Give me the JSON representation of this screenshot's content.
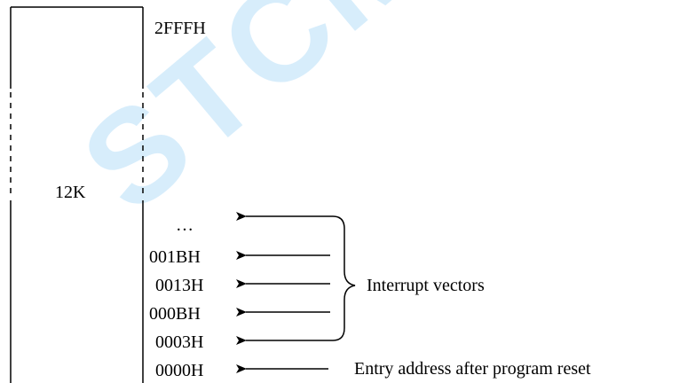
{
  "diagram": {
    "memory_size_label": "12K",
    "top_address": "2FFFH",
    "addresses": [
      {
        "label": "…"
      },
      {
        "label": "001BH"
      },
      {
        "label": "0013H"
      },
      {
        "label": "000BH"
      },
      {
        "label": "0003H"
      },
      {
        "label": "0000H"
      }
    ],
    "brace_label": "Interrupt vectors",
    "reset_label": "Entry address after program reset",
    "watermark": "STCMCU",
    "colors": {
      "line": "#000000",
      "text": "#000000",
      "watermark": "#2aa0ec"
    }
  }
}
